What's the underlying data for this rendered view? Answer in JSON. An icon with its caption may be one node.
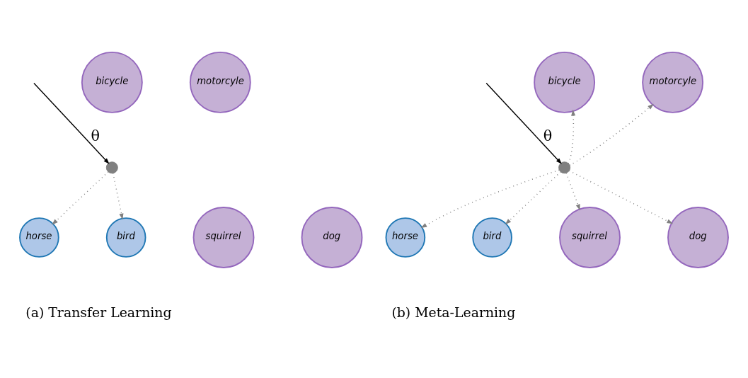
{
  "diagram": {
    "nodes": [
      {
        "text": [
          "bicycle"
        ]
      },
      {
        "text": [
          "motorcyle"
        ]
      },
      {
        "text": [
          "horse"
        ]
      },
      {
        "text": [
          "dog"
        ]
      },
      {
        "text": [
          "bird"
        ]
      },
      {
        "text": [
          "squirrel"
        ]
      },
      {
        "text": [],
        "shape": "circle"
      },
      {
        "text": [
          "bicycle"
        ]
      },
      {
        "text": [
          "motorcyle"
        ]
      },
      {
        "text": [
          "horse"
        ]
      },
      {
        "text": [
          "dog"
        ]
      },
      {
        "text": [
          "bird"
        ]
      },
      {
        "text": [
          "squirrel"
        ]
      },
      {
        "text": [],
        "shape": "circle"
      }
    ],
    "edges": [
      {
        "from": null,
        "to": 6,
        "arrow": "to",
        "label": "θ",
        "color": "#000000"
      },
      {
        "from": 6,
        "to": 2,
        "arrow": "to",
        "style": "dashed"
      },
      {
        "from": 6,
        "to": 4,
        "arrow": "to",
        "style": "dashed"
      },
      {
        "from": null,
        "to": 13,
        "arrow": "to",
        "label": "θ",
        "color": "#000000"
      },
      {
        "from": 13,
        "to": 7,
        "arrow": "to",
        "style": "dashed"
      },
      {
        "from": 13,
        "to": 8,
        "arrow": "to",
        "style": "dashed"
      },
      {
        "from": 13,
        "to": 9,
        "arrow": "to",
        "style": "dashed"
      },
      {
        "from": 13,
        "to": 10,
        "arrow": "to",
        "style": "dashed"
      },
      {
        "from": 13,
        "to": 11,
        "arrow": "to",
        "style": "dashed"
      },
      {
        "from": 13,
        "to": 12,
        "arrow": "to",
        "style": "dashed"
      }
    ],
    "labels": [
      "(a) Transfer Learning",
      "(b) Meta-Learning"
    ]
  }
}
